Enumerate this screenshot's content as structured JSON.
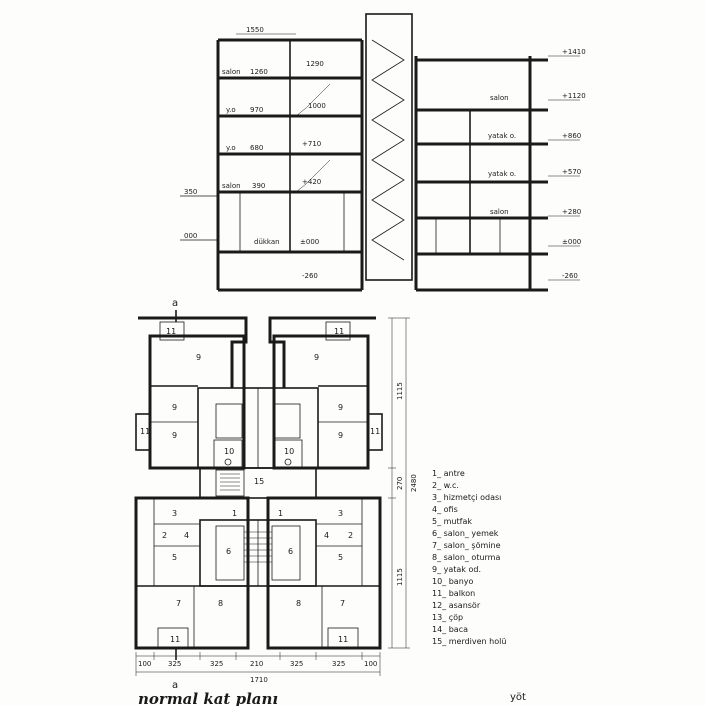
{
  "section": {
    "left_labels": [
      {
        "name": "salon",
        "value": "1260"
      },
      {
        "name": "y.o",
        "value": "970"
      },
      {
        "name": "y.o",
        "value": "680"
      },
      {
        "name": "salon",
        "value": "390"
      },
      {
        "name": "dükkan",
        "value": "±000"
      }
    ],
    "top_dim": "1550",
    "inner_levels": [
      "1290",
      "1000",
      "+710",
      "+420"
    ],
    "left_marks": [
      "350",
      "000"
    ],
    "right_rooms": [
      "salon",
      "yatak o.",
      "yatak o.",
      "salon"
    ],
    "right_levels": [
      "+1410",
      "+1120",
      "+860",
      "+570",
      "+280",
      "±000",
      "-260"
    ],
    "basement_level": "-260"
  },
  "plan": {
    "section_marks": [
      "a",
      "a"
    ],
    "rooms_top": [
      "11",
      "11",
      "9",
      "9",
      "9",
      "9",
      "9",
      "9",
      "11",
      "11",
      "10",
      "10",
      "15"
    ],
    "rooms_bottom": [
      "1",
      "1",
      "3",
      "3",
      "2",
      "2",
      "4",
      "4",
      "5",
      "5",
      "6",
      "6",
      "7",
      "8",
      "8",
      "7",
      "11",
      "11"
    ],
    "vertical_dims": [
      "1115",
      "270",
      "2480",
      "1115"
    ],
    "bottom_dims": [
      "100",
      "325",
      "325",
      "210",
      "325",
      "325",
      "100"
    ],
    "total_dim": "1710"
  },
  "legend": [
    "1_ antre",
    "2_ w.c.",
    "3_ hizmetçi odası",
    "4_ ofis",
    "5_ mutfak",
    "6_ salon_ yemek",
    "7_ salon_ şömine",
    "8_ salon_ oturma",
    "9_ yatak od.",
    "10_ banyo",
    "11_ balkon",
    "12_ asansör",
    "13_ çöp",
    "14_ baca",
    "15_ merdiven holü"
  ],
  "caption": "normal kat planı",
  "corner_note": "yöt"
}
